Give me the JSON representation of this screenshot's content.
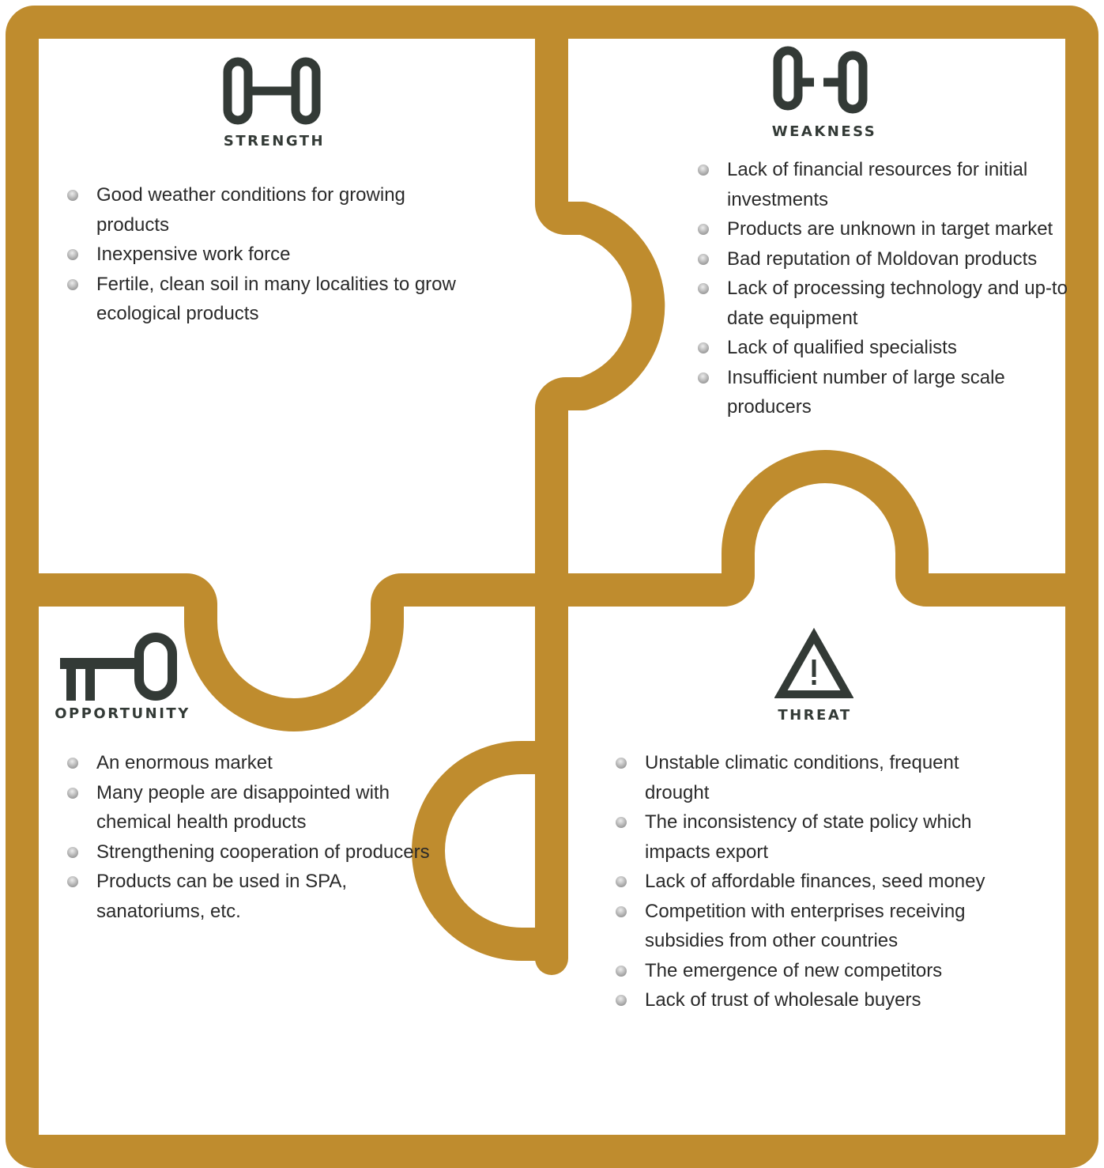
{
  "colors": {
    "frame": "#bf8c2e",
    "icon": "#333a36",
    "text": "#2a2a2a"
  },
  "strength": {
    "icon": "link-bar-icon",
    "title": "STRENGTH",
    "items": [
      "Good weather conditions for growing products",
      "Inexpensive work force",
      "Fertile, clean soil in many localities to grow ecological products"
    ]
  },
  "weakness": {
    "icon": "broken-link-icon",
    "title": "WEAKNESS",
    "items": [
      "Lack of financial resources for initial investments",
      "Products are unknown in target market",
      "Bad reputation of Moldovan products",
      "Lack of processing technology and up-to date equipment",
      "Lack of qualified specialists",
      "Insufficient number of large scale producers"
    ]
  },
  "opportunity": {
    "icon": "key-icon",
    "title": "OPPORTUNITY",
    "items": [
      "An enormous market",
      "Many people are disappointed with chemical health products",
      "Strengthening cooperation of producers",
      "Products can be used in SPA, sanatoriums, etc."
    ]
  },
  "threat": {
    "icon": "warning-triangle-icon",
    "title": "THREAT",
    "items": [
      "Unstable climatic conditions, frequent drought",
      "The inconsistency of state policy which impacts export",
      "Lack of affordable finances, seed money",
      "Competition with enterprises receiving subsidies from other countries",
      "The emergence of new competitors",
      "Lack of trust of wholesale buyers"
    ]
  }
}
